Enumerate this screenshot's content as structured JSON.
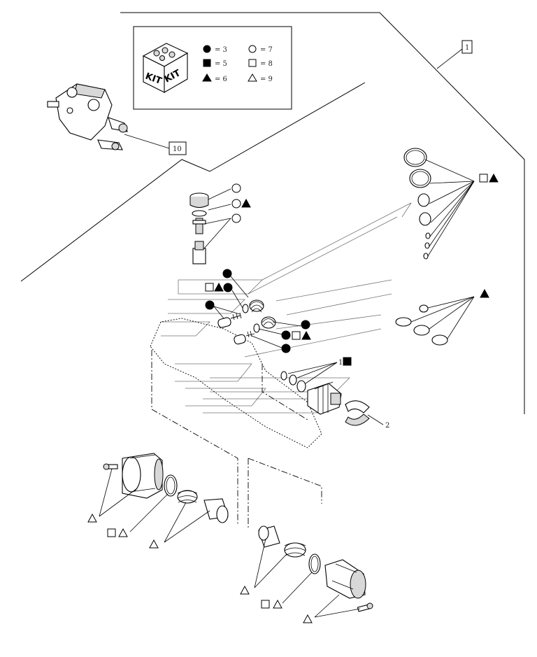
{
  "legend": {
    "kit_label_left": "KIT",
    "kit_label_right": "KIT",
    "entries": [
      {
        "symbol": "filled-circle",
        "text": "= 3"
      },
      {
        "symbol": "open-circle",
        "text": "= 7"
      },
      {
        "symbol": "filled-square",
        "text": "= 5"
      },
      {
        "symbol": "open-square",
        "text": "= 8"
      },
      {
        "symbol": "filled-triangle",
        "text": "= 6"
      },
      {
        "symbol": "open-triangle",
        "text": "= 9"
      }
    ]
  },
  "callouts": {
    "top_right_ref": "1",
    "valve_ref": "10",
    "one_square": "1",
    "retainer_ref": "2"
  }
}
